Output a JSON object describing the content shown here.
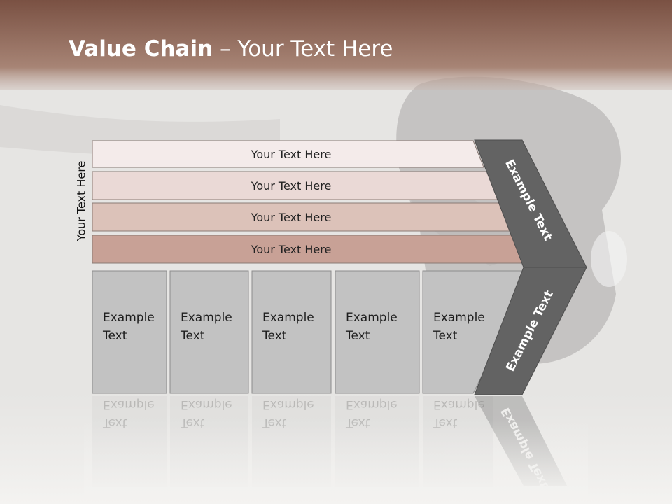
{
  "slide": {
    "title_bold": "Value Chain",
    "title_rest": " – Your Text Here",
    "vertical_label": "Your Text Here"
  },
  "bands": [
    {
      "label": "Your Text Here",
      "color": "#f4ebea"
    },
    {
      "label": "Your Text Here",
      "color": "#ead9d6"
    },
    {
      "label": "Your Text Here",
      "color": "#dcc2b9"
    },
    {
      "label": "Your Text Here",
      "color": "#c8a196"
    }
  ],
  "columns": [
    {
      "line1": "Example",
      "line2": "Text"
    },
    {
      "line1": "Example",
      "line2": "Text"
    },
    {
      "line1": "Example",
      "line2": "Text"
    },
    {
      "line1": "Example",
      "line2": "Text"
    },
    {
      "line1": "Example",
      "line2": "Text"
    }
  ],
  "chevron": {
    "upper_label": "Example Text",
    "lower_label": "Example Text",
    "color": "#636363"
  },
  "colors": {
    "header": "#8e6355",
    "column_fill": "#c2c2c2"
  }
}
